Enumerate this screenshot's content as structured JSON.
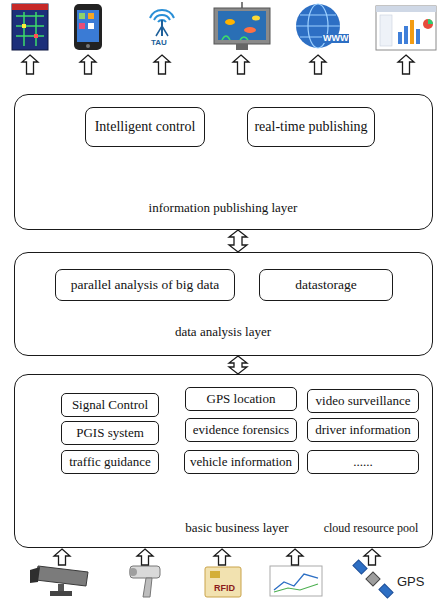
{
  "diagram": {
    "nodes": [
      {
        "text": [
          "information publishing layer"
        ]
      },
      {
        "text": [
          "Intelligent control"
        ],
        "in": 0
      },
      {
        "text": [
          "real-time publishing"
        ],
        "in": 0
      },
      {
        "text": [
          "data analysis layer"
        ]
      },
      {
        "text": [
          "parallel analysis of big data"
        ],
        "in": 3
      },
      {
        "text": [
          "datastorage"
        ],
        "in": 3
      },
      {
        "text": [
          "basic business layer",
          "cloud resource pool"
        ]
      },
      {
        "text": [
          "Signal Control"
        ],
        "in": 6
      },
      {
        "text": [
          "GPS location"
        ],
        "in": 6
      },
      {
        "text": [
          "video surveillance"
        ],
        "in": 6
      },
      {
        "text": [
          "PGIS system"
        ],
        "in": 6
      },
      {
        "text": [
          "evidence forensics"
        ],
        "in": 6
      },
      {
        "text": [
          "driver information"
        ],
        "in": 6
      },
      {
        "text": [
          "traffic guidance"
        ],
        "in": 6
      },
      {
        "text": [
          "vehicle information"
        ],
        "in": 6
      },
      {
        "text": [
          "......"
        ],
        "in": 6
      }
    ],
    "edges": [
      {
        "from": 3,
        "to": 0,
        "arrow": "both"
      },
      {
        "from": 6,
        "to": 3,
        "arrow": "both"
      }
    ],
    "labels": [
      "TAU",
      "WWW",
      "RFID",
      "GPS"
    ]
  }
}
